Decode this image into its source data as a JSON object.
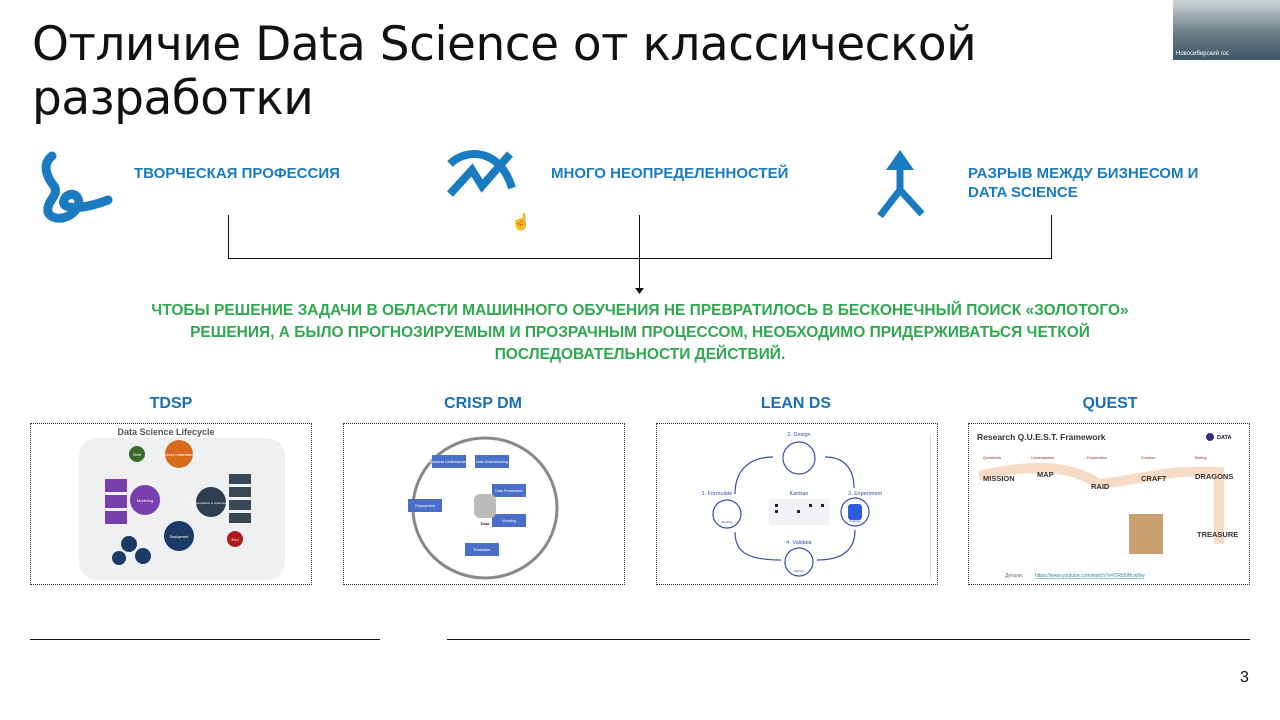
{
  "slide": {
    "title": "Отличие Data Science от классической разработки",
    "page_number": "3",
    "accent_color": "#1b7bc0",
    "green_color": "#2fa84f"
  },
  "features": [
    {
      "icon": "squiggle-icon",
      "label": "ТВОРЧЕСКАЯ ПРОФЕССИЯ"
    },
    {
      "icon": "uncertain-trend-icon",
      "label": "МНОГО НЕОПРЕДЕЛЕННОСТЕЙ"
    },
    {
      "icon": "merge-arrow-icon",
      "label": "РАЗРЫВ МЕЖДУ БИЗНЕСОМ И DATA SCIENCE"
    }
  ],
  "conclusion": "ЧТОБЫ РЕШЕНИЕ ЗАДАЧИ В ОБЛАСТИ МАШИННОГО ОБУЧЕНИЯ НЕ ПРЕВРАТИЛОСЬ В БЕСКОНЕЧНЫЙ ПОИСК «ЗОЛОТОГО» РЕШЕНИЯ, А БЫЛО ПРОГНОЗИРУЕМЫМ И ПРОЗРАЧНЫМ ПРОЦЕССОМ, НЕОБХОДИМО ПРИДЕРЖИВАТЬСЯ ЧЕТКОЙ ПОСЛЕДОВАТЕЛЬНОСТИ ДЕЙСТВИЙ.",
  "frameworks": [
    {
      "name": "TDSP",
      "diagram": {
        "title": "Data Science Lifecycle",
        "nodes": [
          "Start",
          "Business Understanding",
          "Modeling",
          "Data Acquisition & Understanding",
          "Deployment",
          "End"
        ]
      }
    },
    {
      "name": "CRISP DM",
      "diagram": {
        "nodes": [
          "Business Understanding",
          "Data Understanding",
          "Data Preparation",
          "Modeling",
          "Evaluation",
          "Deployment"
        ],
        "center": "Data"
      }
    },
    {
      "name": "LEAN DS",
      "diagram": {
        "steps": [
          "1. Formulate",
          "2. Design",
          "3. Experiment",
          "4. Validate"
        ],
        "center": "Kanban",
        "sub": [
          "Backlog",
          "Findings",
          "Metrics"
        ]
      }
    },
    {
      "name": "QUEST",
      "diagram": {
        "title": "Research Q.U.E.S.T. Framework",
        "logo": "DATA",
        "letters": [
          "Questions",
          "Uncertainties",
          "Exploration",
          "Solution",
          "Testing"
        ],
        "stages": [
          "MISSION",
          "MAP",
          "RAID",
          "CRAFT",
          "DRAGONS",
          "TREASURE"
        ],
        "link_label": "Детали:",
        "link": "https://www.youtube.com/watch?v=f2Rb5lHcwNw"
      }
    }
  ],
  "webcam": {
    "label": "Новосибирский гос"
  }
}
